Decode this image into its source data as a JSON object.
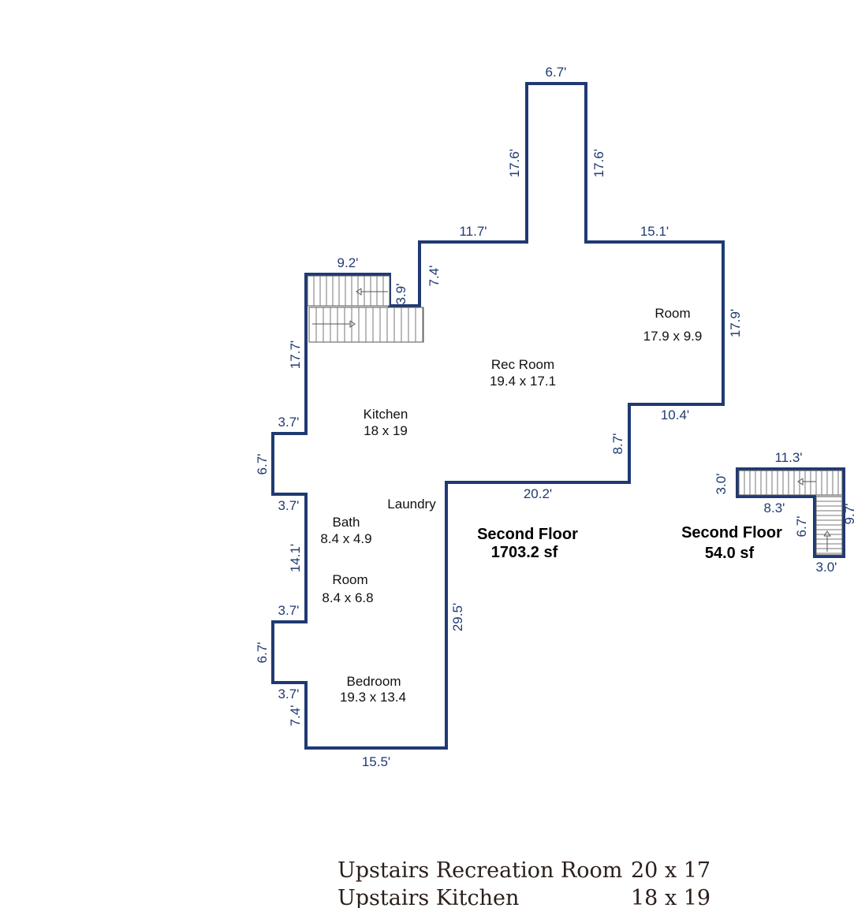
{
  "dimensions": {
    "top_tower_width": "6.7'",
    "tower_left_height": "17.6'",
    "tower_right_height": "17.6'",
    "upper_left_width": "11.7'",
    "upper_right_width": "15.1'",
    "stair_top_width": "9.2'",
    "stair_step_height": "3.9'",
    "rec_left_height": "7.4'",
    "right_wall_height": "17.9'",
    "left_upper_height": "17.7'",
    "notch_1_top": "3.7'",
    "notch_1_height": "6.7'",
    "notch_1_bottom": "3.7'",
    "right_step_width": "10.4'",
    "right_step_height": "8.7'",
    "middle_bottom_width": "20.2'",
    "left_middle_height": "14.1'",
    "notch_2_top": "3.7'",
    "notch_2_height": "6.7'",
    "notch_2_bottom": "3.7'",
    "left_lower_height": "7.4'",
    "bottom_width": "15.5'",
    "right_lower_height": "29.5'",
    "stair2_top": "11.3'",
    "stair2_left": "3.0'",
    "stair2_inner": "8.3'",
    "stair2_right": "9.7'",
    "stair2_inner_height": "6.7'",
    "stair2_bottom": "3.0'"
  },
  "rooms": {
    "room_upper_name": "Room",
    "room_upper_size": "17.9 x 9.9",
    "rec_room_name": "Rec Room",
    "rec_room_size": "19.4 x 17.1",
    "kitchen_name": "Kitchen",
    "kitchen_size": "18 x 19",
    "laundry_name": "Laundry",
    "bath_name": "Bath",
    "bath_size": "8.4 x 4.9",
    "room_lower_name": "Room",
    "room_lower_size": "8.4 x 6.8",
    "bedroom_name": "Bedroom",
    "bedroom_size": "19.3 x 13.4"
  },
  "summaries": {
    "main_title": "Second Floor",
    "main_area": "1703.2 sf",
    "stair_title": "Second Floor",
    "stair_area": "54.0 sf"
  },
  "legend": [
    {
      "name": "Upstairs Recreation Room",
      "size": "20 x 17"
    },
    {
      "name": "Upstairs Kitchen",
      "size": "18 x 19"
    }
  ],
  "colors": {
    "wall": "#1f3a73",
    "dimension_text": "#1f3a73",
    "legend_text": "#2b1f1a"
  }
}
